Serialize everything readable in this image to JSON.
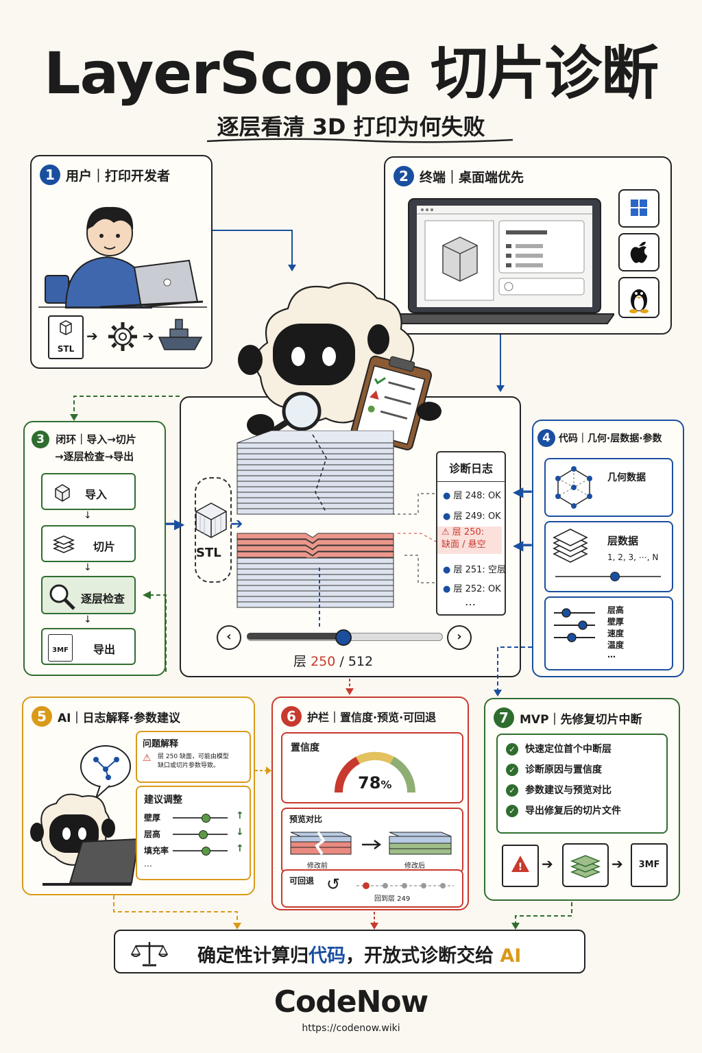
{
  "header": {
    "title": "LayerScope 切片诊断",
    "subtitle": "逐层看清 3D 打印为何失败"
  },
  "panel1": {
    "num": "1",
    "title": "用户｜打印开发者",
    "stl_label": "STL"
  },
  "panel2": {
    "num": "2",
    "title": "终端｜桌面端优先"
  },
  "panel3": {
    "num": "3",
    "title_line1": "闭环｜导入→切片",
    "title_line2": "→逐层检查→导出",
    "steps": [
      {
        "label": "导入",
        "icon": "cube-icon"
      },
      {
        "label": "切片",
        "icon": "layers-icon"
      },
      {
        "label": "逐层检查",
        "icon": "magnifier-icon"
      },
      {
        "label": "导出",
        "icon": "3mf-file-icon",
        "icon_text": "3MF"
      }
    ]
  },
  "center": {
    "stl_label": "STL",
    "log_title": "诊断日志",
    "log": [
      {
        "text": "层 248: OK",
        "status": "ok"
      },
      {
        "text": "层 249: OK",
        "status": "ok"
      },
      {
        "text": "层 250: 缺面 / 悬空",
        "line1": "层 250:",
        "line2": "缺面 / 悬空",
        "status": "error"
      },
      {
        "text": "层 251: 空层",
        "status": "ok"
      },
      {
        "text": "层 252: OK",
        "status": "ok"
      }
    ],
    "log_more": "…",
    "layer_prefix": "层",
    "layer_current": "250",
    "layer_total": "/ 512",
    "slider_fraction": 0.488
  },
  "panel4": {
    "num": "4",
    "title": "代码｜几何·层数据·参数",
    "geometry_label": "几何数据",
    "layers_label": "层数据",
    "layers_seq": "1, 2, 3, ⋯, N",
    "params": [
      "层高",
      "壁厚",
      "速度",
      "温度"
    ],
    "params_more": "⋯"
  },
  "panel5": {
    "num": "5",
    "title": "AI｜日志解释·参数建议",
    "explain_title": "问题解释",
    "explain_text_line1": "层 250 缺面，可能由模型",
    "explain_text_line2": "缺口或切片参数导致。",
    "adjust_title": "建议调整",
    "adjust": [
      {
        "label": "壁厚",
        "dir": "↑"
      },
      {
        "label": "层高",
        "dir": "↓"
      },
      {
        "label": "填充率",
        "dir": "↑"
      }
    ],
    "adjust_more": "⋯"
  },
  "panel6": {
    "num": "6",
    "title": "护栏｜置信度·预览·可回退",
    "confidence_label": "置信度",
    "confidence_value": "78",
    "confidence_unit": "%",
    "confidence_fraction": 0.78,
    "preview_label": "预览对比",
    "before_label": "修改前",
    "after_label": "修改后",
    "rollback_label": "可回退",
    "rollback_target": "回到层 249"
  },
  "panel7": {
    "num": "7",
    "title": "MVP｜先修复切片中断",
    "checks": [
      "快速定位首个中断层",
      "诊断原因与置信度",
      "参数建议与预览对比",
      "导出修复后的切片文件"
    ],
    "file_label": "3MF"
  },
  "footer": {
    "banner_part1": "确定性计算归",
    "banner_code": "代码",
    "banner_part2": "，开放式诊断交给",
    "banner_ai": "AI",
    "brand": "CodeNow",
    "url": "https://codenow.wiki"
  },
  "colors": {
    "blue": "#1a4fa0",
    "green": "#2f6d2f",
    "orange": "#d99a1a",
    "red": "#c8392e"
  }
}
